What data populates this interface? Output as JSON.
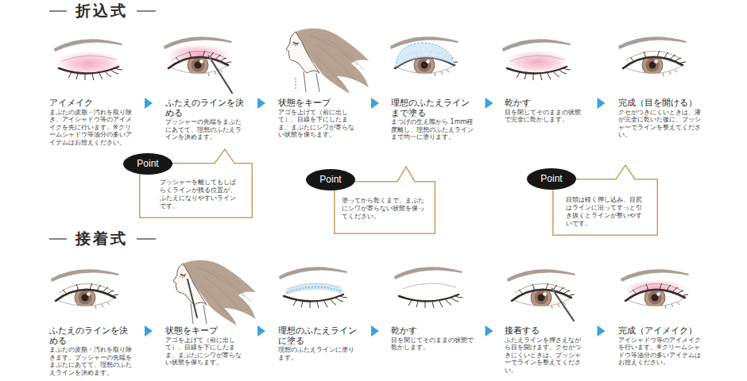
{
  "diagram": {
    "nodes": [
      {
        "text": [
          "アイメイク",
          "まぶたの皮脂・汚れを取り除き、アイシャドウ等のアイメイクを先に行います。※クリームシャドウ等油分の多いアイテムはお控えください。"
        ]
      },
      {
        "text": [
          "ふたえのラインを決める",
          "プッシャーの先端をまぶたにあてて、理想のふたえラインを決めます。"
        ]
      },
      {
        "text": [
          "状態をキープ",
          "アゴを上げて（前に出して）、目線を下にしたまま、まぶたにシワが寄らない状態を保ちます。"
        ]
      },
      {
        "text": [
          "理想のふたえラインまで塗る",
          "まつげの生え際から 1mm程度離し、理想のふたえラインまで均一に塗ります。"
        ]
      },
      {
        "text": [
          "乾かす",
          "目を閉じてそのままの状態で完全に乾かします。"
        ]
      },
      {
        "text": [
          "完成（目を開ける）",
          "クセがつきにくいときは、液が完全に乾いた後に、プッシャーでラインを整えてください。"
        ]
      },
      {
        "text": [
          "Point",
          "プッシャーを離してもしばらくラインが残る位置が、ふたえになりやすいラインです。"
        ]
      },
      {
        "text": [
          "Point",
          "塗ってから乾くまで、まぶたにシワが寄らない状態を保ってください。"
        ]
      },
      {
        "text": [
          "Point",
          "目頭は軽く押し込み、目尻はラインに沿ってすっと引き抜くとラインが整いやすいです。"
        ]
      },
      {
        "text": [
          "ふたえのラインを決める",
          "まぶたの皮脂・汚れを取り除きます。プッシャーの先端をまぶたにあてて、理想のふたえラインを決めます。"
        ]
      },
      {
        "text": [
          "状態をキープ",
          "アゴを上げて（前に出して）、目線を下にしたまま、まぶたにシワが寄らない状態を保ちます。"
        ]
      },
      {
        "text": [
          "理想のふたえラインに塗る",
          "理想のふたえラインに塗ります。"
        ]
      },
      {
        "text": [
          "乾かす",
          "目を閉じてそのままの状態で乾かします。"
        ]
      },
      {
        "text": [
          "接着する",
          "ふたえラインを押さえながら目を開けます。クセがつきにくいときは、プッシャーでラインを整えてください。"
        ]
      },
      {
        "text": [
          "完成（アイメイク）",
          "アイシャドウ等のアイメイクを行います。※クリームシャドウ等油分の多いアイテムはお控えください。"
        ]
      }
    ],
    "edges": [
      {
        "from": 0,
        "to": 1,
        "arrow": "to"
      },
      {
        "from": 1,
        "to": 2,
        "arrow": "to"
      },
      {
        "from": 2,
        "to": 3,
        "arrow": "to"
      },
      {
        "from": 3,
        "to": 4,
        "arrow": "to"
      },
      {
        "from": 4,
        "to": 5,
        "arrow": "to"
      },
      {
        "from": 9,
        "to": 10,
        "arrow": "to"
      },
      {
        "from": 10,
        "to": 11,
        "arrow": "to"
      },
      {
        "from": 11,
        "to": 12,
        "arrow": "to"
      },
      {
        "from": 12,
        "to": 13,
        "arrow": "to"
      },
      {
        "from": 13,
        "to": 14,
        "arrow": "to"
      }
    ],
    "labels": [
      "折込式",
      "接着式"
    ]
  }
}
